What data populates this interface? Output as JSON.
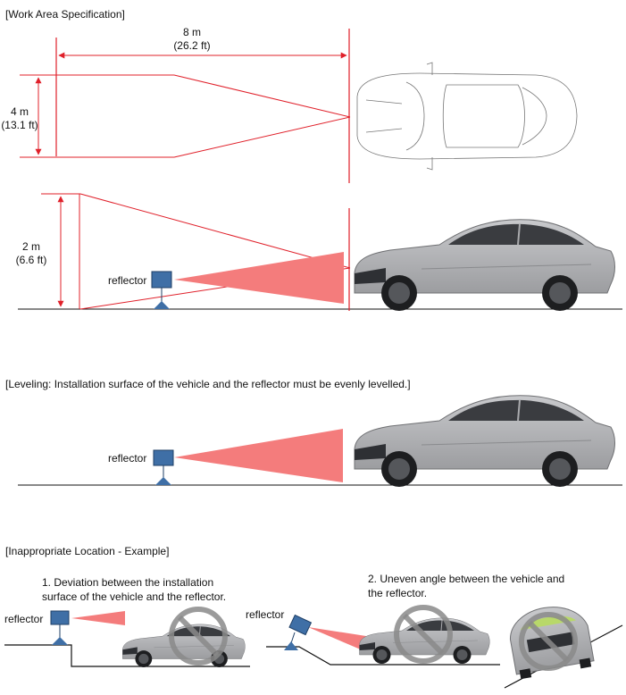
{
  "sections": {
    "work_area": {
      "heading": "[Work Area Specification]",
      "width_m": "8 m",
      "width_ft": "(26.2 ft)",
      "spread_m": "4 m",
      "spread_ft": "(13.1 ft)",
      "height_m": "2 m",
      "height_ft": "(6.6 ft)",
      "reflector_label": "reflector"
    },
    "leveling": {
      "heading": "[Leveling: Installation surface of the vehicle and the reflector must be evenly levelled.]",
      "reflector_label": "reflector"
    },
    "inappropriate": {
      "heading": "[Inappropriate Location - Example]",
      "example1_line1": "1. Deviation between the installation",
      "example1_line2": "surface of the vehicle and the reflector.",
      "example2_line1": "2. Uneven angle between the vehicle and",
      "example2_line2": "the reflector.",
      "reflector_label_1": "reflector",
      "reflector_label_2": "reflector"
    }
  },
  "colors": {
    "dimension_red": "#e0202a",
    "beam_red": "#f47c7c",
    "reflector_blue": "#3f6fa6",
    "car_gray": "#a9aaad",
    "no_symbol_gray": "#8a8a8a"
  }
}
